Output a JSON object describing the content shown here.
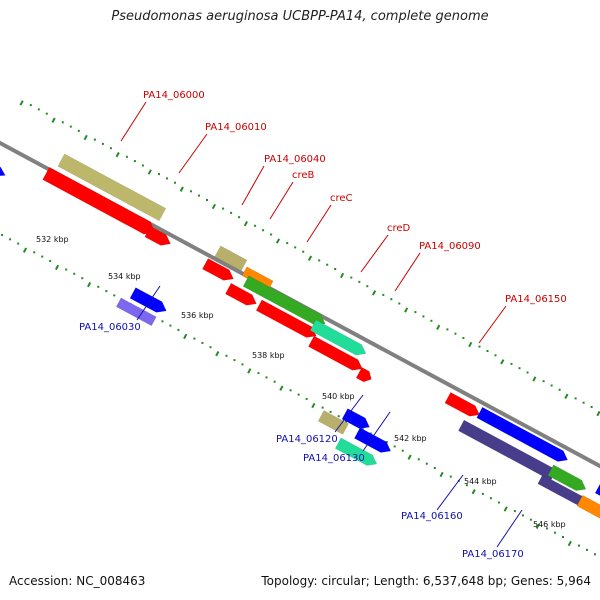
{
  "title": "Pseudomonas aeruginosa UCBPP-PA14, complete genome",
  "footer": {
    "accession": "Accession: NC_008463",
    "summary": "Topology: circular; Length: 6,537,648 bp; Genes: 5,964"
  },
  "colors": {
    "backbone": "#808080",
    "tick_dots": "#228b22",
    "label_forward": "#cc0000",
    "label_reverse": "#1010b0",
    "red": "#ff0000",
    "blue": "#0000ff",
    "khaki": "#bdb76b",
    "olive": "#b8b06a",
    "green": "#33aa22",
    "teal": "#22dd99",
    "orange": "#ff8800",
    "navy": "#483d8b",
    "lavender": "#7b68ee",
    "cyan": "#22aadd"
  },
  "kbp_labels": [
    "532 kbp",
    "534 kbp",
    "536 kbp",
    "538 kbp",
    "540 kbp",
    "542 kbp",
    "544 kbp",
    "546 kbp"
  ],
  "forward_labels": [
    "PA14_06000",
    "PA14_06010",
    "PA14_06040",
    "creB",
    "creC",
    "creD",
    "PA14_06090",
    "PA14_06150"
  ],
  "reverse_labels": [
    "PA14_06030",
    "PA14_06120",
    "PA14_06130",
    "PA14_06160",
    "PA14_06170"
  ]
}
